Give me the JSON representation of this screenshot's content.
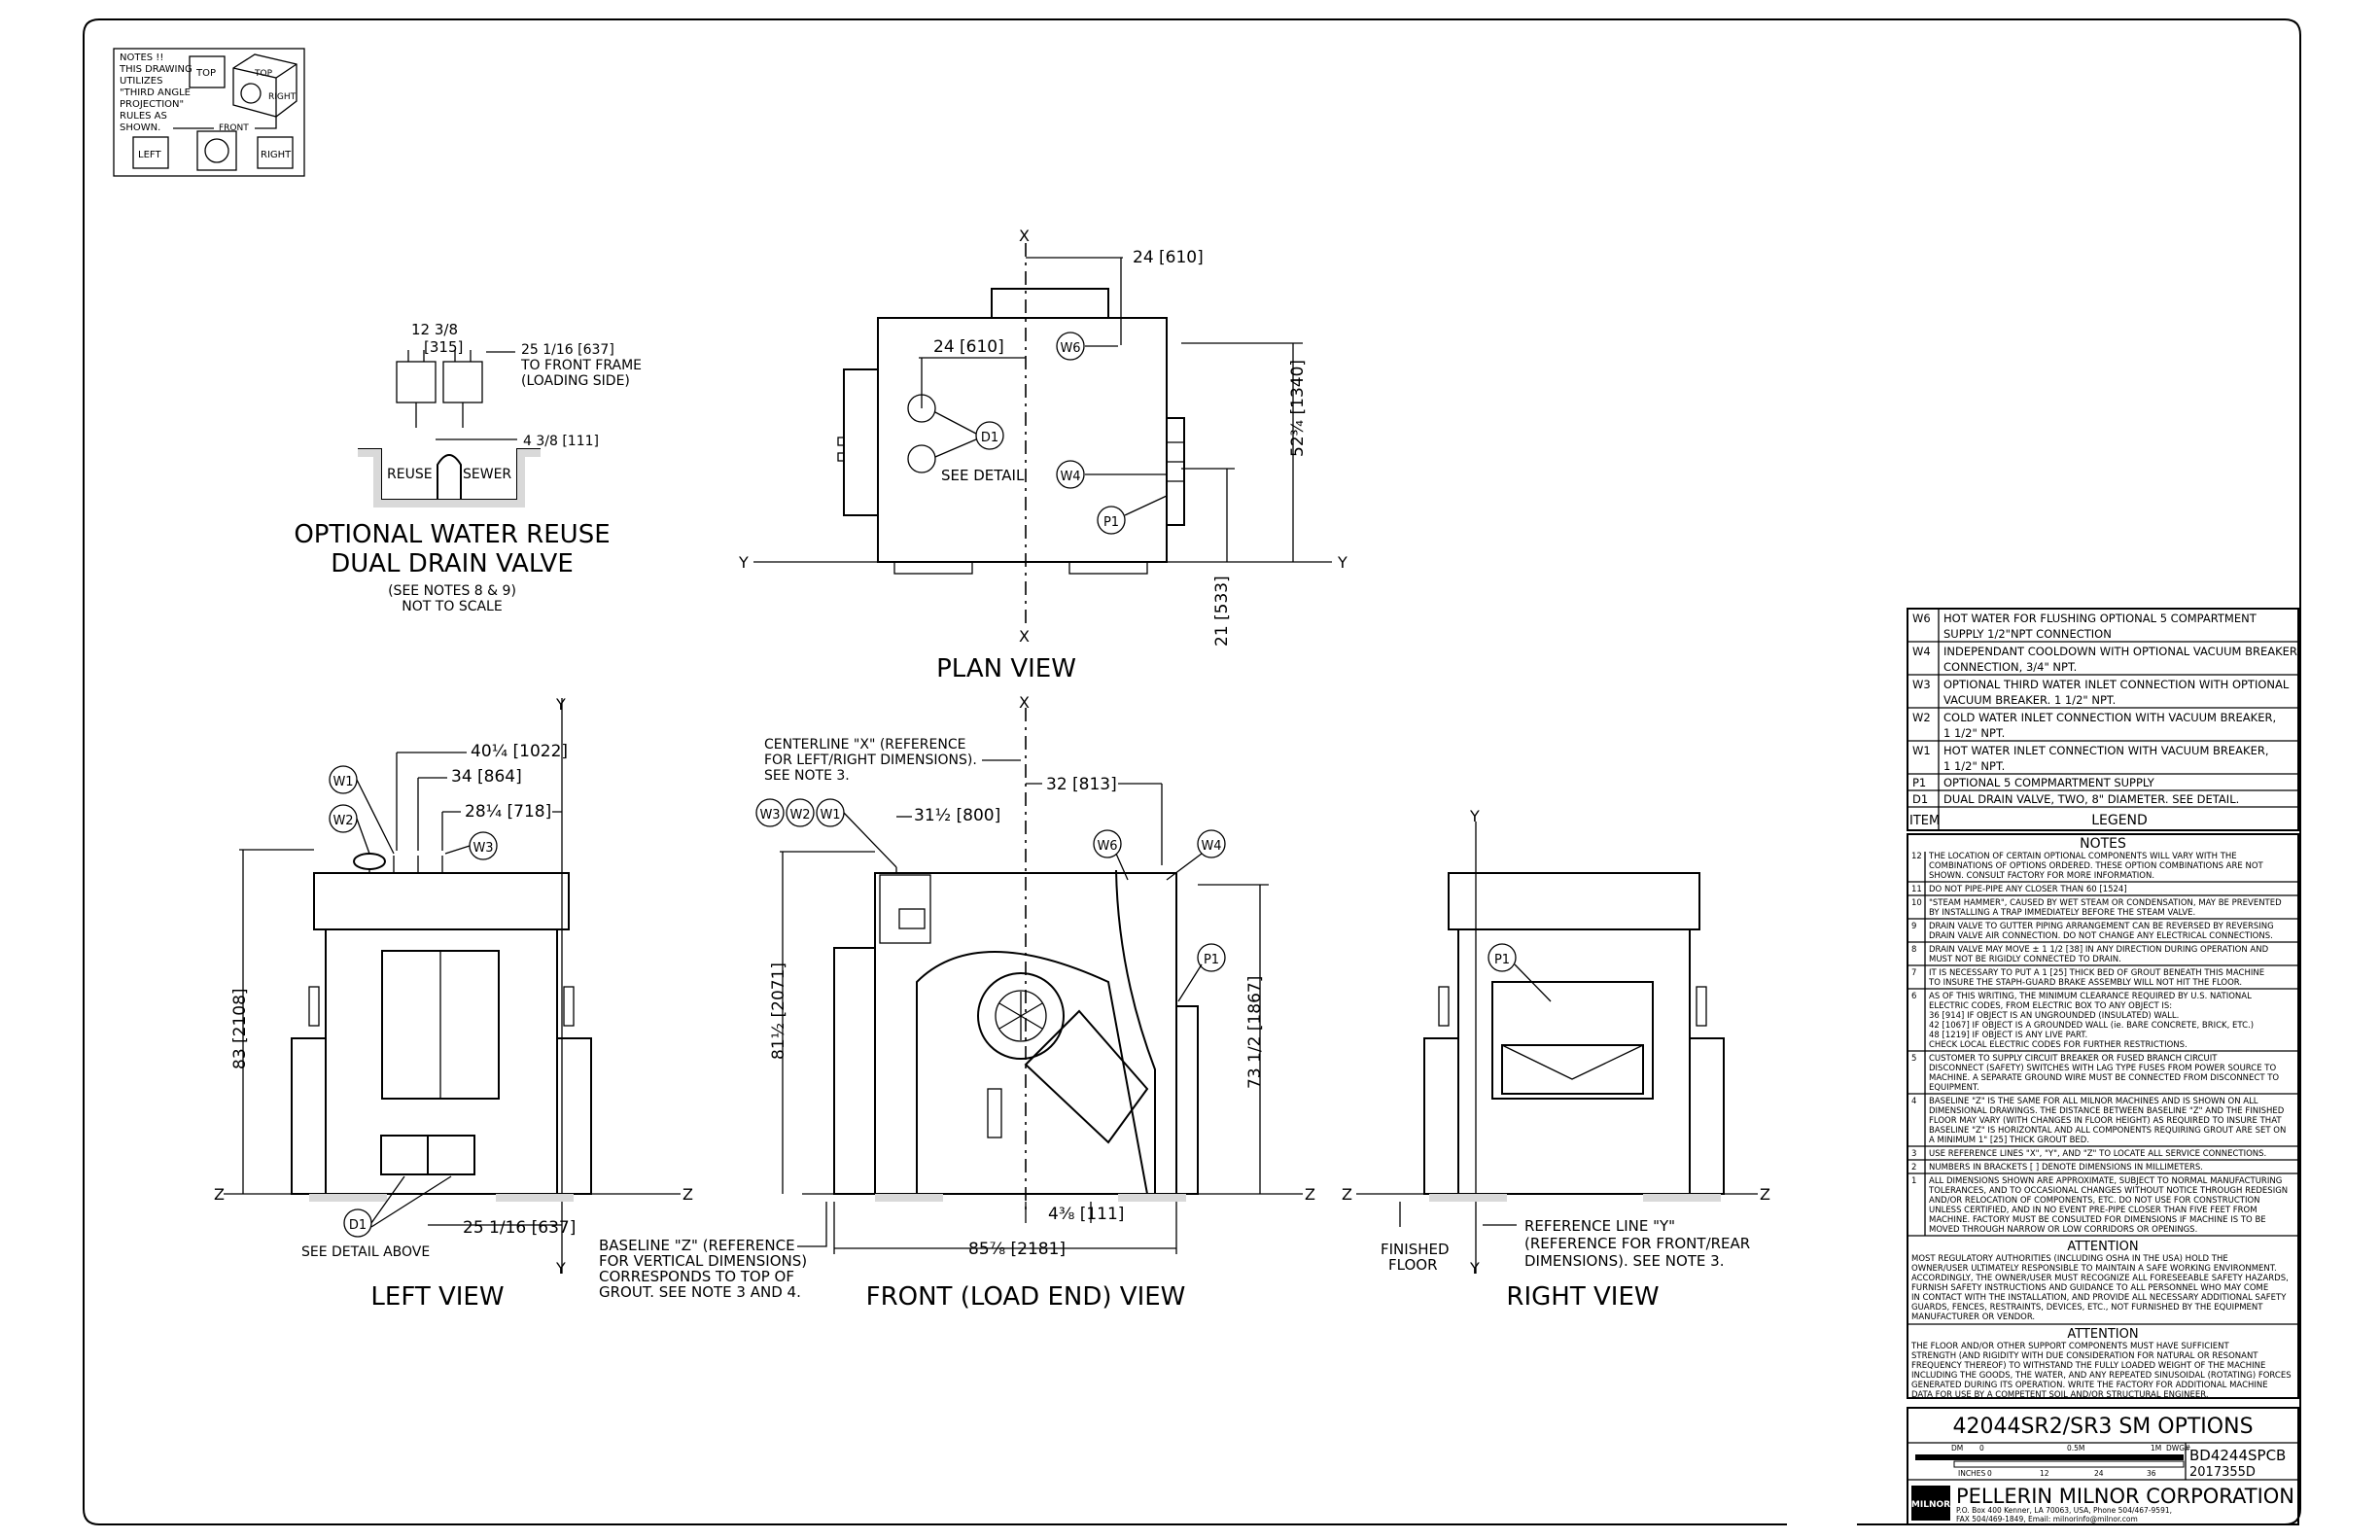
{
  "projection_note": {
    "lines": [
      "NOTES !!",
      "THIS DRAWING",
      "UTILIZES",
      "\"THIRD ANGLE",
      "PROJECTION\"",
      "RULES AS",
      "SHOWN."
    ],
    "top_label": "TOP",
    "top_label_2": "TOP",
    "right_label": "RIGHT",
    "front_label": "FRONT",
    "left_label": "LEFT",
    "right_label_2": "RIGHT"
  },
  "reuse_detail": {
    "title_1": "OPTIONAL WATER REUSE",
    "title_2": "DUAL DRAIN VALVE",
    "sub_1": "(SEE NOTES 8 & 9)",
    "sub_2": "NOT TO SCALE",
    "dim_a": "12 3/8",
    "dim_a_mm": "[315]",
    "dim_b_1": "25 1/16 [637]",
    "dim_b_2": "TO FRONT FRAME",
    "dim_b_3": "(LOADING SIDE)",
    "dim_c": "4 3/8 [111]",
    "reuse_label": "REUSE",
    "sewer_label": "SEWER"
  },
  "plan_view": {
    "title": "PLAN VIEW",
    "x_top": "X",
    "x_bottom": "X",
    "y_left": "Y",
    "y_right": "Y",
    "dim_top": "24 [610]",
    "dim_inner": "24 [610]",
    "dim_vert": "52¾ [1340]",
    "dim_bottom": "21 [533]",
    "see_detail": "SEE DETAIL",
    "callouts": [
      "W6",
      "D1",
      "W4",
      "P1"
    ]
  },
  "left_view": {
    "title": "LEFT VIEW",
    "y_top": "Y",
    "y_bottom": "Y",
    "z_left": "Z",
    "z_right": "Z",
    "dim_1": "40¼ [1022]",
    "dim_2": "34 [864]",
    "dim_3": "28¼ [718]",
    "dim_height": "83 [2108]",
    "dim_bottom": "25 1/16 [637]",
    "see_detail": "SEE DETAIL ABOVE",
    "callouts": [
      "W1",
      "W2",
      "W3",
      "D1"
    ]
  },
  "front_view": {
    "title": "FRONT (LOAD END) VIEW",
    "x_top": "X",
    "z_right": "Z",
    "centerline_1": "CENTERLINE \"X\" (REFERENCE",
    "centerline_2": "FOR LEFT/RIGHT DIMENSIONS).",
    "centerline_3": "SEE NOTE 3.",
    "dim_top": "32 [813]",
    "dim_inlet": "31½ [800]",
    "dim_height": "81½ [2071]",
    "dim_p1": "73 1/2 [1867]",
    "dim_small": "4⅜ [111]",
    "dim_width": "85⅞ [2181]",
    "callouts": [
      "W3",
      "W2",
      "W1",
      "W6",
      "W4",
      "P1"
    ]
  },
  "baseline_note": {
    "lines": [
      "BASELINE \"Z\" (REFERENCE",
      "FOR VERTICAL DIMENSIONS)",
      "CORRESPONDS TO TOP OF",
      "GROUT. SEE NOTE 3 AND 4."
    ]
  },
  "right_view": {
    "title": "RIGHT VIEW",
    "y_top": "Y",
    "y_bottom": "Y",
    "z_left": "Z",
    "z_right": "Z",
    "finished_floor_1": "FINISHED",
    "finished_floor_2": "FLOOR",
    "reference_1": "REFERENCE LINE \"Y\"",
    "reference_2": "(REFERENCE FOR FRONT/REAR",
    "reference_3": "DIMENSIONS).   SEE NOTE 3.",
    "callouts": [
      "P1"
    ]
  },
  "legend": {
    "header_item": "ITEM",
    "header_legend": "LEGEND",
    "rows": [
      {
        "item": "W6",
        "lines": [
          "HOT WATER FOR FLUSHING OPTIONAL 5 COMPARTMENT",
          "SUPPLY 1/2\"NPT CONNECTION"
        ]
      },
      {
        "item": "W4",
        "lines": [
          "INDEPENDANT COOLDOWN WITH OPTIONAL VACUUM BREAKER",
          "CONNECTION, 3/4\" NPT."
        ]
      },
      {
        "item": "W3",
        "lines": [
          "OPTIONAL THIRD WATER INLET CONNECTION WITH OPTIONAL",
          "VACUUM BREAKER. 1 1/2\" NPT."
        ]
      },
      {
        "item": "W2",
        "lines": [
          "COLD WATER INLET CONNECTION WITH VACUUM BREAKER,",
          "1 1/2\" NPT."
        ]
      },
      {
        "item": "W1",
        "lines": [
          "HOT WATER INLET CONNECTION WITH VACUUM BREAKER,",
          "1 1/2\" NPT."
        ]
      },
      {
        "item": "P1",
        "lines": [
          "OPTIONAL 5 COMPMARTMENT SUPPLY"
        ]
      },
      {
        "item": "D1",
        "lines": [
          "DUAL DRAIN VALVE, TWO, 8\" DIAMETER. SEE DETAIL."
        ]
      }
    ]
  },
  "notes": {
    "title": "NOTES",
    "items": [
      {
        "num": "12",
        "lines": [
          "THE LOCATION OF CERTAIN OPTIONAL COMPONENTS WILL VARY WITH THE",
          "COMBINATIONS OF OPTIONS ORDERED. THESE OPTION COMBINATIONS ARE NOT",
          "SHOWN. CONSULT FACTORY FOR MORE INFORMATION."
        ]
      },
      {
        "num": "11",
        "lines": [
          "DO NOT PIPE-PIPE ANY CLOSER THAN 60 [1524]"
        ]
      },
      {
        "num": "10",
        "lines": [
          "\"STEAM HAMMER\", CAUSED BY WET STEAM OR CONDENSATION, MAY BE PREVENTED",
          "BY INSTALLING A TRAP IMMEDIATELY BEFORE THE STEAM VALVE."
        ]
      },
      {
        "num": "9",
        "lines": [
          "DRAIN VALVE TO GUTTER PIPING ARRANGEMENT CAN BE REVERSED BY REVERSING",
          "DRAIN VALVE AIR CONNECTION. DO NOT CHANGE ANY ELECTRICAL CONNECTIONS."
        ]
      },
      {
        "num": "8",
        "lines": [
          "DRAIN VALVE MAY MOVE ± 1 1/2 [38] IN ANY DIRECTION DURING OPERATION AND",
          "MUST NOT BE RIGIDLY CONNECTED TO DRAIN."
        ]
      },
      {
        "num": "7",
        "lines": [
          "IT IS NECESSARY TO PUT A 1 [25] THICK BED OF GROUT BENEATH THIS MACHINE",
          "TO INSURE THE STAPH-GUARD BRAKE ASSEMBLY WILL NOT HIT THE FLOOR."
        ]
      },
      {
        "num": "6",
        "lines": [
          "AS OF THIS WRITING, THE MINIMUM CLEARANCE REQUIRED BY U.S. NATIONAL",
          "ELECTRIC CODES, FROM ELECTRIC BOX TO ANY OBJECT IS:",
          "     36 [914]  IF OBJECT IS AN UNGROUNDED (INSULATED) WALL.",
          "     42 [1067] IF OBJECT IS A GROUNDED WALL (ie. BARE CONCRETE, BRICK, ETC.)",
          "     48 [1219] IF OBJECT IS ANY LIVE PART.",
          "CHECK LOCAL ELECTRIC CODES FOR FURTHER RESTRICTIONS."
        ]
      },
      {
        "num": "5",
        "lines": [
          "CUSTOMER TO SUPPLY CIRCUIT BREAKER OR FUSED BRANCH CIRCUIT",
          "DISCONNECT (SAFETY) SWITCHES WITH LAG TYPE FUSES FROM POWER SOURCE TO",
          "MACHINE. A SEPARATE GROUND WIRE MUST BE CONNECTED FROM DISCONNECT TO",
          "EQUIPMENT."
        ]
      },
      {
        "num": "4",
        "lines": [
          "BASELINE \"Z\" IS THE SAME FOR ALL MILNOR MACHINES AND IS SHOWN ON ALL",
          "DIMENSIONAL DRAWINGS. THE DISTANCE BETWEEN BASELINE \"Z\" AND THE FINISHED",
          "FLOOR MAY VARY (WITH CHANGES IN FLOOR HEIGHT) AS REQUIRED TO INSURE THAT",
          "BASELINE \"Z\" IS HORIZONTAL AND ALL COMPONENTS REQUIRING GROUT ARE SET ON",
          "A MINIMUM 1\" [25] THICK GROUT BED."
        ]
      },
      {
        "num": "3",
        "lines": [
          "USE REFERENCE LINES \"X\", \"Y\", AND \"Z\" TO LOCATE ALL SERVICE CONNECTIONS."
        ]
      },
      {
        "num": "2",
        "lines": [
          "NUMBERS IN BRACKETS [ ] DENOTE DIMENSIONS IN MILLIMETERS."
        ]
      },
      {
        "num": "1",
        "lines": [
          "ALL DIMENSIONS SHOWN ARE APPROXIMATE, SUBJECT TO NORMAL MANUFACTURING",
          "TOLERANCES, AND TO OCCASIONAL CHANGES WITHOUT NOTICE THROUGH REDESIGN",
          "AND/OR RELOCATION OF COMPONENTS, ETC. DO NOT USE FOR CONSTRUCTION",
          "UNLESS CERTIFIED, AND IN NO EVENT PRE-PIPE CLOSER THAN FIVE FEET FROM",
          "MACHINE. FACTORY MUST BE CONSULTED FOR DIMENSIONS IF MACHINE IS TO BE",
          "MOVED THROUGH NARROW OR LOW CORRIDORS OR OPENINGS."
        ]
      }
    ]
  },
  "attention_1": {
    "title": "ATTENTION",
    "lines": [
      "MOST REGULATORY AUTHORITIES (INCLUDING OSHA IN THE USA) HOLD THE",
      "OWNER/USER ULTIMATELY RESPONSIBLE TO MAINTAIN A SAFE WORKING ENVIRONMENT.",
      "ACCORDINGLY, THE OWNER/USER MUST RECOGNIZE ALL FORESEEABLE SAFETY HAZARDS,",
      "FURNISH SAFETY INSTRUCTIONS AND GUIDANCE TO ALL PERSONNEL WHO MAY COME",
      "IN CONTACT WITH THE INSTALLATION, AND PROVIDE ALL NECESSARY ADDITIONAL SAFETY",
      "GUARDS, FENCES, RESTRAINTS, DEVICES, ETC., NOT FURNISHED BY THE EQUIPMENT",
      "MANUFACTURER OR VENDOR."
    ]
  },
  "attention_2": {
    "title": "ATTENTION",
    "lines": [
      "THE FLOOR AND/OR OTHER SUPPORT COMPONENTS MUST HAVE SUFFICIENT",
      "STRENGTH (AND RIGIDITY WITH DUE CONSIDERATION FOR NATURAL OR RESONANT",
      "FREQUENCY THEREOF) TO WITHSTAND THE FULLY LOADED WEIGHT OF THE MACHINE",
      "INCLUDING THE GOODS, THE WATER, AND ANY REPEATED SINUSOIDAL (ROTATING) FORCES",
      "GENERATED DURING ITS OPERATION. WRITE THE FACTORY FOR ADDITIONAL MACHINE",
      "DATA FOR USE BY A COMPETENT SOIL AND/OR STRUCTURAL ENGINEER."
    ]
  },
  "title_block": {
    "drawing_title": "42044SR2/SR3 SM OPTIONS",
    "scale_dm": "DM",
    "scale_0": "0",
    "scale_half": "0.5M",
    "scale_1m": "1M",
    "scale_inches": "INCHES",
    "scale_i0": "0",
    "scale_i12": "12",
    "scale_i24": "24",
    "scale_i36": "36",
    "dwg_label": "DWG#",
    "dwg_number": "BD4244SPCB",
    "dwg_date": "2017355D",
    "logo_text": "MILNOR",
    "company": "PELLERIN MILNOR CORPORATION",
    "address_1": "P.O. Box 400 Kenner, LA 70063, USA, Phone 504/467-9591,",
    "address_2": "FAX 504/469-1849,  Email: milnorinfo@milnor.com"
  }
}
